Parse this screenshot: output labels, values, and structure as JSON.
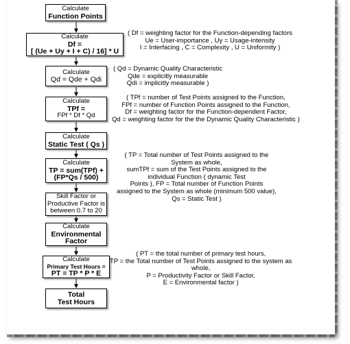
{
  "steps": [
    {
      "lines": [
        "Calculate",
        "Function Points"
      ],
      "bold": [
        1
      ]
    },
    {
      "lines": [
        "Calculate",
        "Df =",
        "[ (Ue + Uy + I + C) / 16] * U"
      ],
      "bold": [
        1,
        2
      ]
    },
    {
      "lines": [
        "Calculate",
        "Qd = Qde + Qdi"
      ],
      "bold": []
    },
    {
      "lines": [
        "Calculate",
        "TPf =",
        "FPf * Df * Qd"
      ],
      "bold": [
        1
      ]
    },
    {
      "lines": [
        "Calculate",
        "Static Test ( Qs )"
      ],
      "bold": [
        1
      ]
    },
    {
      "lines": [
        "Calculate",
        "TP = sum(TPf) +",
        "(FP*Qs / 500)"
      ],
      "bold": [
        1,
        2
      ]
    },
    {
      "lines": [
        "Skill Factor or",
        "Productive Factor is",
        "between 0.7 to 20"
      ],
      "bold": []
    },
    {
      "lines": [
        "Calculate",
        "Environmental",
        "Factor"
      ],
      "bold": [
        1,
        2
      ]
    },
    {
      "lines": [
        "Calculate",
        "Primary Test Hours =",
        "PT = TP * P * E"
      ],
      "bold": [
        1,
        2
      ]
    },
    {
      "lines": [
        "Total",
        "Test Hours"
      ],
      "bold": [
        0,
        1
      ]
    }
  ],
  "notes": [
    {
      "lines": [
        "( Df = weighting factor for the Function-depending factors",
        "Ue = User-importance , Uy = Usage-intensity",
        "I = Interfacing , C = Complexity , U = Uniformity )"
      ]
    },
    {
      "lines": [
        "( Qd = Dynamic Quality Characteristic",
        "Qde = explicitly measurable",
        "Qdi = implicitly measurable )"
      ]
    },
    {
      "lines": [
        "( TPf = number of Test Points assigned to the Function,",
        "FPf = number of Function Points assigned to the Function,",
        "Df = weighting factor for the Function-dependent Factor,",
        "Qd = weighting factor for the the Dynamic Quality Characteristic )"
      ]
    },
    {
      "lines": [
        "( TP = Total number of Test Points assigned to the",
        "System as whole,",
        "sumTPf = sum of the Test Points assigned to the",
        "individual Function ( dynamic Test",
        "Points ), FP = Total number of Function Points",
        "assigned to the System as whole (minimum 500 value),",
        "Qs = Static Test )"
      ]
    },
    {
      "lines": [
        "( PT = the total number of primary test hours,",
        "TP = the Total number of Test Points assigned to the system as",
        "whole,",
        "P = Productivity Factor or Skill Factor,",
        "E = Environmental factor )"
      ]
    }
  ]
}
